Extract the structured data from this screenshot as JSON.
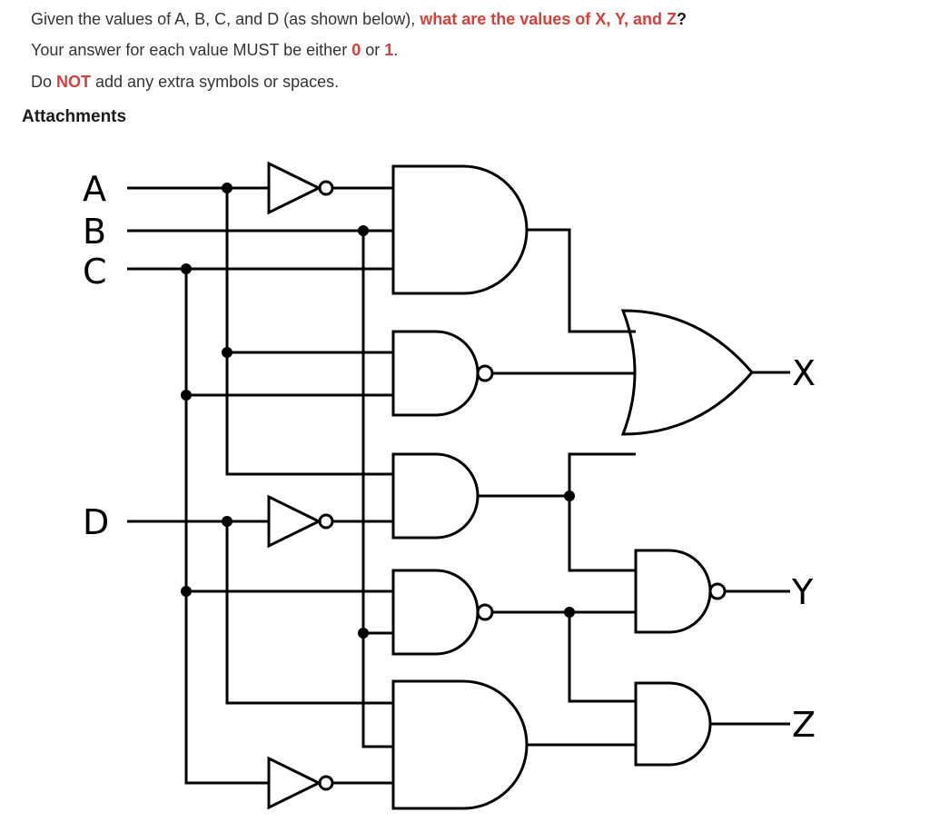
{
  "question": {
    "line1_part1": "Given the values of A, B, C, and D (as shown below), ",
    "line1_highlight": "what are the values of X, Y, and Z",
    "line1_end": "?",
    "line2_part1": "Your answer for each value MUST be either ",
    "line2_zero": "0",
    "line2_or": " or ",
    "line2_one": "1",
    "line2_end": ".",
    "line3_part1": "Do ",
    "line3_not": "NOT",
    "line3_part2": " add any extra symbols or spaces."
  },
  "attachments": {
    "title": "Attachments"
  },
  "circuit": {
    "inputs": [
      "A",
      "B",
      "C",
      "D"
    ],
    "outputs": [
      "X",
      "Y",
      "Z"
    ],
    "gates": [
      {
        "id": "not1",
        "type": "NOT"
      },
      {
        "id": "not2",
        "type": "NOT"
      },
      {
        "id": "not3",
        "type": "NOT"
      },
      {
        "id": "and1",
        "type": "AND"
      },
      {
        "id": "nand1",
        "type": "NAND"
      },
      {
        "id": "and2",
        "type": "AND"
      },
      {
        "id": "nand2",
        "type": "NAND"
      },
      {
        "id": "and3",
        "type": "AND"
      },
      {
        "id": "or1",
        "type": "OR"
      },
      {
        "id": "nand3",
        "type": "NAND"
      },
      {
        "id": "and4",
        "type": "AND"
      }
    ]
  },
  "colors": {
    "accent_red": "#d4403a",
    "text": "#333333",
    "wire": "#000000"
  }
}
